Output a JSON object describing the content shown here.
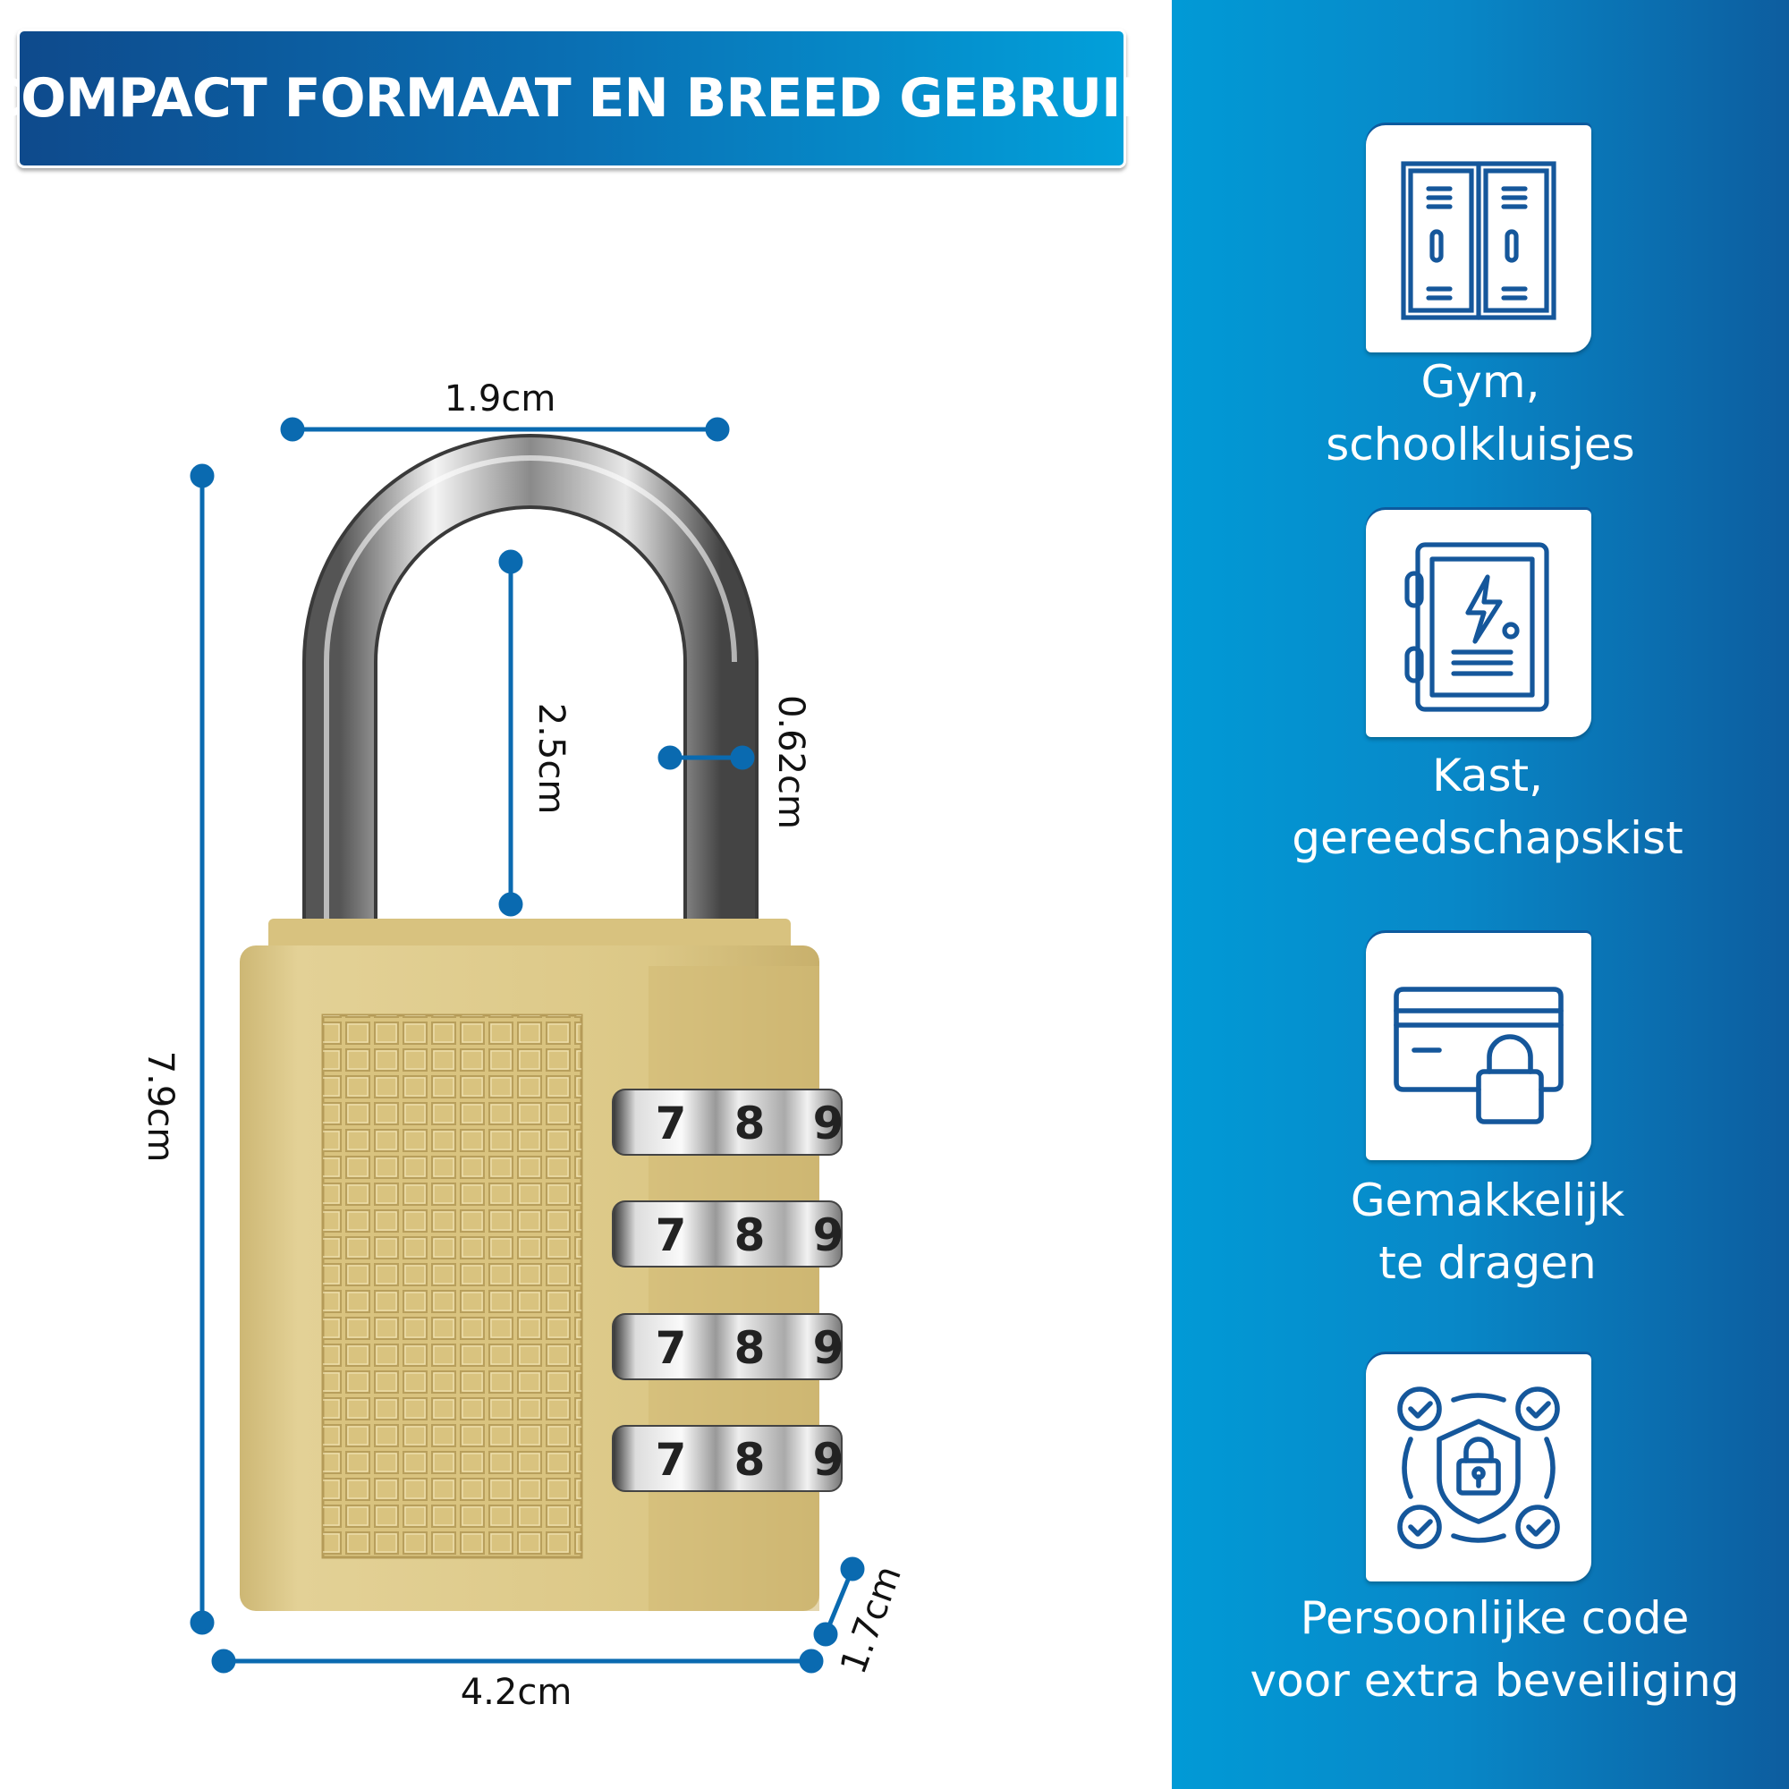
{
  "header": {
    "title": "COMPACT FORMAAT EN BREED GEBRUIK"
  },
  "colors": {
    "accent": "#0a6ab0",
    "icon": "#15579b",
    "lock_body": "#dcc887"
  },
  "dimensions": {
    "shackle_width": "1.9cm",
    "total_height": "7.9cm",
    "shackle_clearance": "2.5cm",
    "shackle_diameter": "0.62cm",
    "body_width": "4.2cm",
    "body_depth": "1.7cm"
  },
  "lock": {
    "dial_digits": [
      "7",
      "8",
      "9"
    ],
    "dial_rows": 4
  },
  "features": [
    {
      "icon": "locker-icon",
      "line1": "Gym,",
      "line2": "schoolkluisjes"
    },
    {
      "icon": "cabinet-icon",
      "line1": "Kast,",
      "line2": "gereedschapskist"
    },
    {
      "icon": "card-lock-icon",
      "line1": "Gemakkelijk",
      "line2": "te dragen"
    },
    {
      "icon": "shield-lock-icon",
      "line1": "Persoonlijke code",
      "line2": "voor extra beveiliging"
    }
  ]
}
